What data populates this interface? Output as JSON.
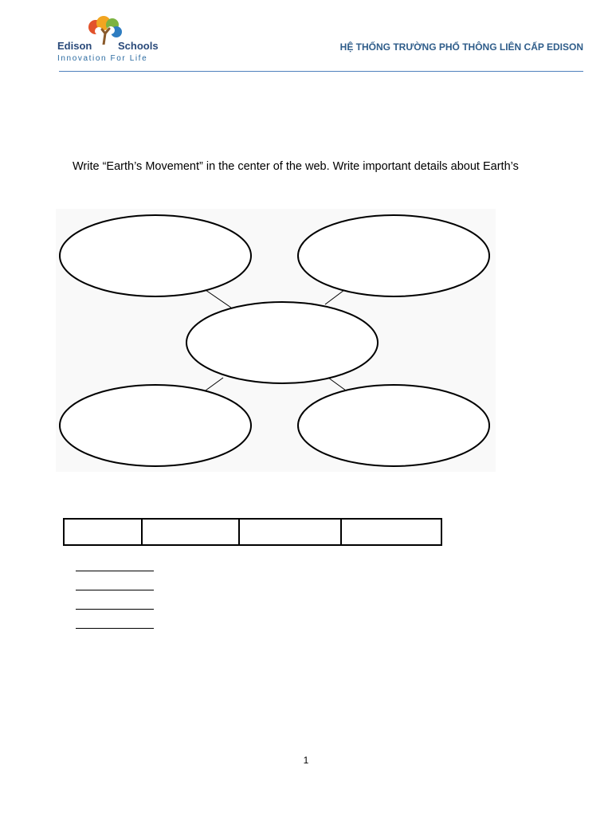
{
  "header": {
    "logo": {
      "name_left": "Edison",
      "name_right": "Schools",
      "tagline": "Innovation For Life",
      "colors": [
        "#e2522b",
        "#f2a521",
        "#7cb341",
        "#2e7dc1",
        "#8a5a2b"
      ]
    },
    "title": "HỆ THỐNG TRƯỜNG PHỔ THÔNG LIÊN CẤP EDISON",
    "rule_color": "#4f81bd",
    "title_color": "#2f5d8a"
  },
  "instruction": "Write “Earth’s Movement” in the center of the web. Write important details about Earth’s",
  "web_diagram": {
    "center_oval": "",
    "outer_ovals": [
      "",
      "",
      "",
      ""
    ]
  },
  "answer_table": {
    "cells": [
      "",
      "",
      "",
      ""
    ]
  },
  "blank_lines": [
    "",
    "",
    "",
    ""
  ],
  "page_number": "1"
}
